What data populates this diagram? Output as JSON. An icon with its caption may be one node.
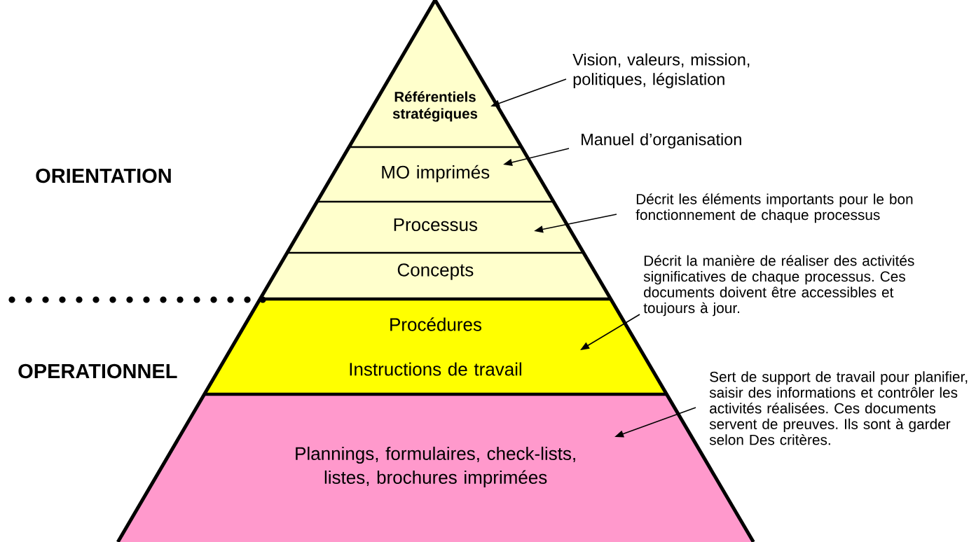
{
  "diagram": {
    "nodes": [
      {
        "text": [
          "Référentiels stratégiques"
        ]
      },
      {
        "text": [
          "MO imprimés"
        ]
      },
      {
        "text": [
          "Processus"
        ]
      },
      {
        "text": [
          "Concepts"
        ]
      },
      {
        "text": [
          "Procédures",
          "Instructions de travail"
        ]
      },
      {
        "text": [
          "Plannings, formulaires, check-lists, listes, brochures imprimées"
        ]
      },
      {
        "text": [
          "Vision, valeurs, mission, politiques, législation"
        ]
      },
      {
        "text": [
          "Manuel d’organisation"
        ]
      },
      {
        "text": [
          "Décrit les éléments importants pour le bon fonctionnement de chaque processus"
        ]
      },
      {
        "text": [
          "Décrit la manière de réaliser des activités significatives de chaque processus. Ces documents doivent être accessibles et toujours à jour."
        ]
      },
      {
        "text": [
          "Sert de support de travail pour planifier, saisir des informations et contrôler les activités réalisées. Ces documents servent de preuves. Ils sont à garder selon Des critères."
        ]
      }
    ],
    "edges": [
      {
        "from": 6,
        "to": 0,
        "arrow": "to"
      },
      {
        "from": 7,
        "to": 1,
        "arrow": "to"
      },
      {
        "from": 8,
        "to": 2,
        "arrow": "to"
      },
      {
        "from": 9,
        "to": 4,
        "arrow": "to"
      },
      {
        "from": 10,
        "to": 5,
        "arrow": "to"
      }
    ],
    "labels": [
      "ORIENTATION",
      "OPERATIONNEL"
    ]
  }
}
